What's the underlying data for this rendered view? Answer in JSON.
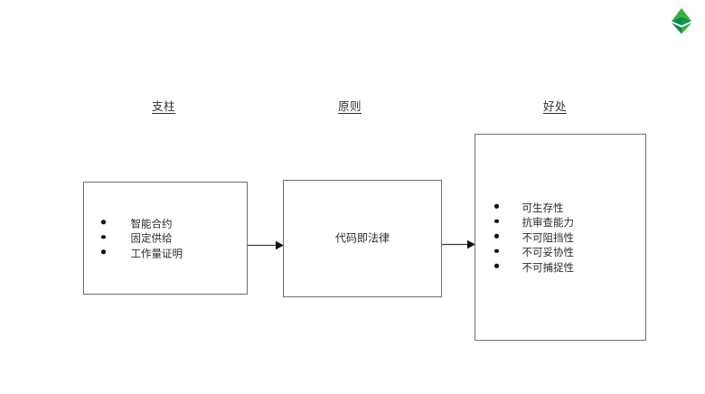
{
  "brand": {
    "logo_icon": "ethereum-classic-logo",
    "color_light": "#36b23a",
    "color_dark": "#0e8a4a"
  },
  "canvas": {
    "background": "#ffffff",
    "line_color": "#6f6f6f",
    "text_color": "#2b2b2b"
  },
  "columns": [
    {
      "key": "pillars",
      "heading": "支柱"
    },
    {
      "key": "principles",
      "heading": "原则"
    },
    {
      "key": "benefits",
      "heading": "好处"
    }
  ],
  "boxes": {
    "pillars": {
      "items": [
        "智能合约",
        "固定供给",
        "工作量证明"
      ]
    },
    "principles": {
      "label": "代码即法律"
    },
    "benefits": {
      "items": [
        "可生存性",
        "抗审查能力",
        "不可阻挡性",
        "不可妥协性",
        "不可捕捉性"
      ]
    }
  },
  "arrows": [
    {
      "name": "pillars-to-principles"
    },
    {
      "name": "principles-to-benefits"
    }
  ]
}
